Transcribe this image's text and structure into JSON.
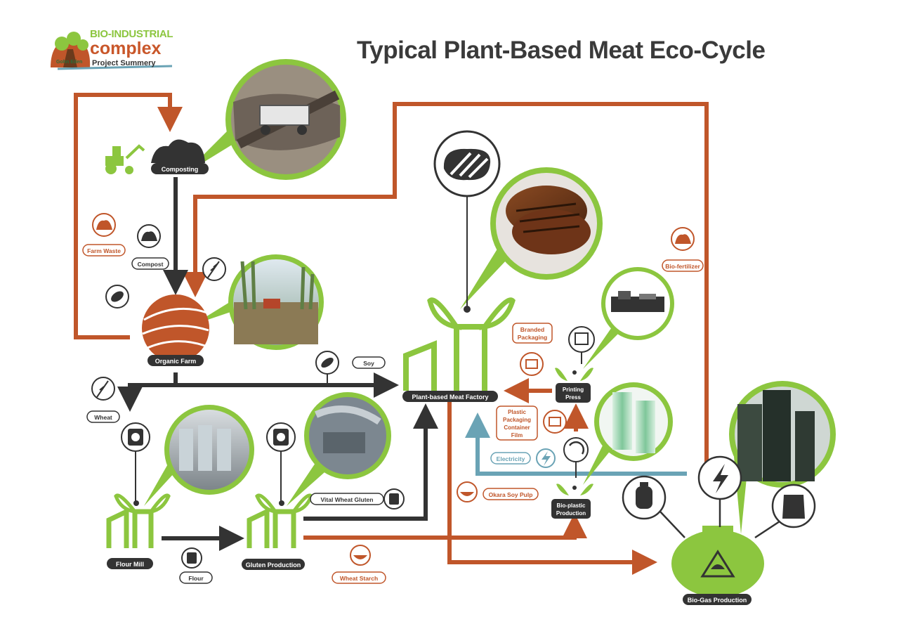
{
  "header": {
    "title": "Typical Plant-Based Meat Eco-Cycle",
    "logo_line1": "BIO-INDUSTRIAL",
    "logo_line2": "complex",
    "logo_line3": "Project Summery",
    "logo_brand": "Gohn Eden"
  },
  "colors": {
    "orange": "#c0562a",
    "dark": "#333333",
    "green": "#8cc63f",
    "blue": "#6aa3b5",
    "green_light": "#b8d98a"
  },
  "processes": {
    "composting": "Composting",
    "organic_farm": "Organic Farm",
    "flour_mill": "Flour Mill",
    "gluten_production": "Gluten Production",
    "meat_factory": "Plant-based Meat Factory",
    "printing_press_1": "Printing",
    "printing_press_2": "Press",
    "bioplastic_1": "Bio-plastic",
    "bioplastic_2": "Production",
    "biogas": "Bio-Gas Production"
  },
  "flows": {
    "farm_waste": "Farm Waste",
    "compost": "Compost",
    "wheat": "Wheat",
    "soy": "Soy",
    "flour": "Flour",
    "vital_wheat_gluten": "Vital Wheat Gluten",
    "wheat_starch": "Wheat Starch",
    "okara": "Okara Soy Pulp",
    "electricity": "Electricity",
    "bio_fertilizer": "Bio-fertilizer",
    "branded_1": "Branded",
    "branded_2": "Packaging",
    "plastic_1": "Plastic",
    "plastic_2": "Packaging",
    "plastic_3": "Container",
    "plastic_4": "Film"
  },
  "icons": {
    "compost_pile": "compost-pile-icon",
    "tractor": "tractor-icon",
    "soybean": "soybean-icon",
    "wheat": "wheat-icon",
    "flour_bag": "flour-bag-icon",
    "steak": "steak-icon",
    "printer": "printer-icon",
    "packaging_box": "packaging-box-icon",
    "recycle": "recycle-icon",
    "lightning": "lightning-icon",
    "gas_cylinder": "gas-cylinder-icon",
    "fertilizer_sack": "fertilizer-sack-icon",
    "starch_bowl": "starch-bowl-icon",
    "factory_sprout": "factory-sprout-icon"
  }
}
